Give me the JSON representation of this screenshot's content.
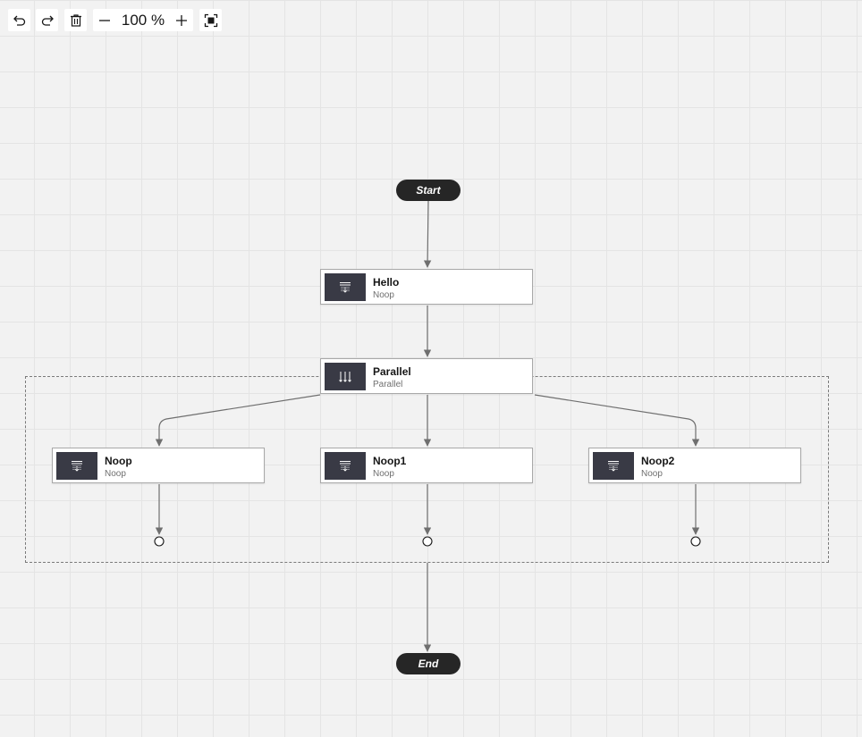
{
  "toolbar": {
    "undo_icon": "undo-icon",
    "redo_icon": "redo-icon",
    "delete_icon": "trash-icon",
    "zoom_out_icon": "minus-icon",
    "zoom_level": "100 %",
    "zoom_in_icon": "plus-icon",
    "fit_icon": "fit-to-screen-icon"
  },
  "flow": {
    "start_label": "Start",
    "end_label": "End",
    "nodes": {
      "hello": {
        "title": "Hello",
        "subtitle": "Noop",
        "icon": "noop-icon"
      },
      "parallel": {
        "title": "Parallel",
        "subtitle": "Parallel",
        "icon": "parallel-icon"
      },
      "noop": {
        "title": "Noop",
        "subtitle": "Noop",
        "icon": "noop-icon"
      },
      "noop1": {
        "title": "Noop1",
        "subtitle": "Noop",
        "icon": "noop-icon"
      },
      "noop2": {
        "title": "Noop2",
        "subtitle": "Noop",
        "icon": "noop-icon"
      }
    }
  },
  "colors": {
    "canvas": "#f2f2f2",
    "node_icon_bg": "#393a45",
    "pill_bg": "#262626",
    "edge": "#6f6f6f"
  }
}
